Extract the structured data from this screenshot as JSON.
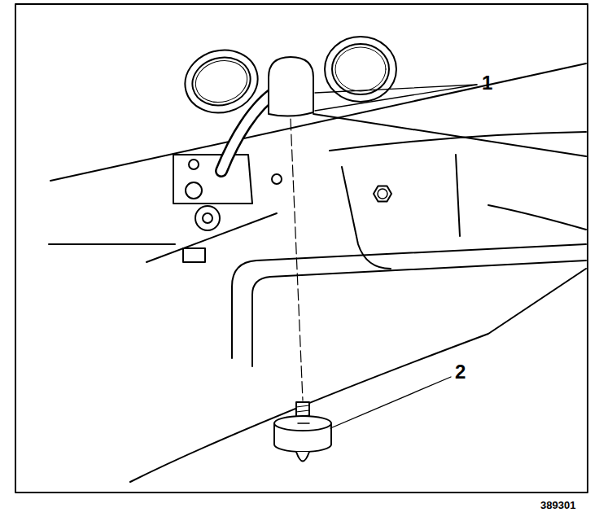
{
  "diagram": {
    "labels": [
      "1",
      "2",
      "389301"
    ]
  }
}
